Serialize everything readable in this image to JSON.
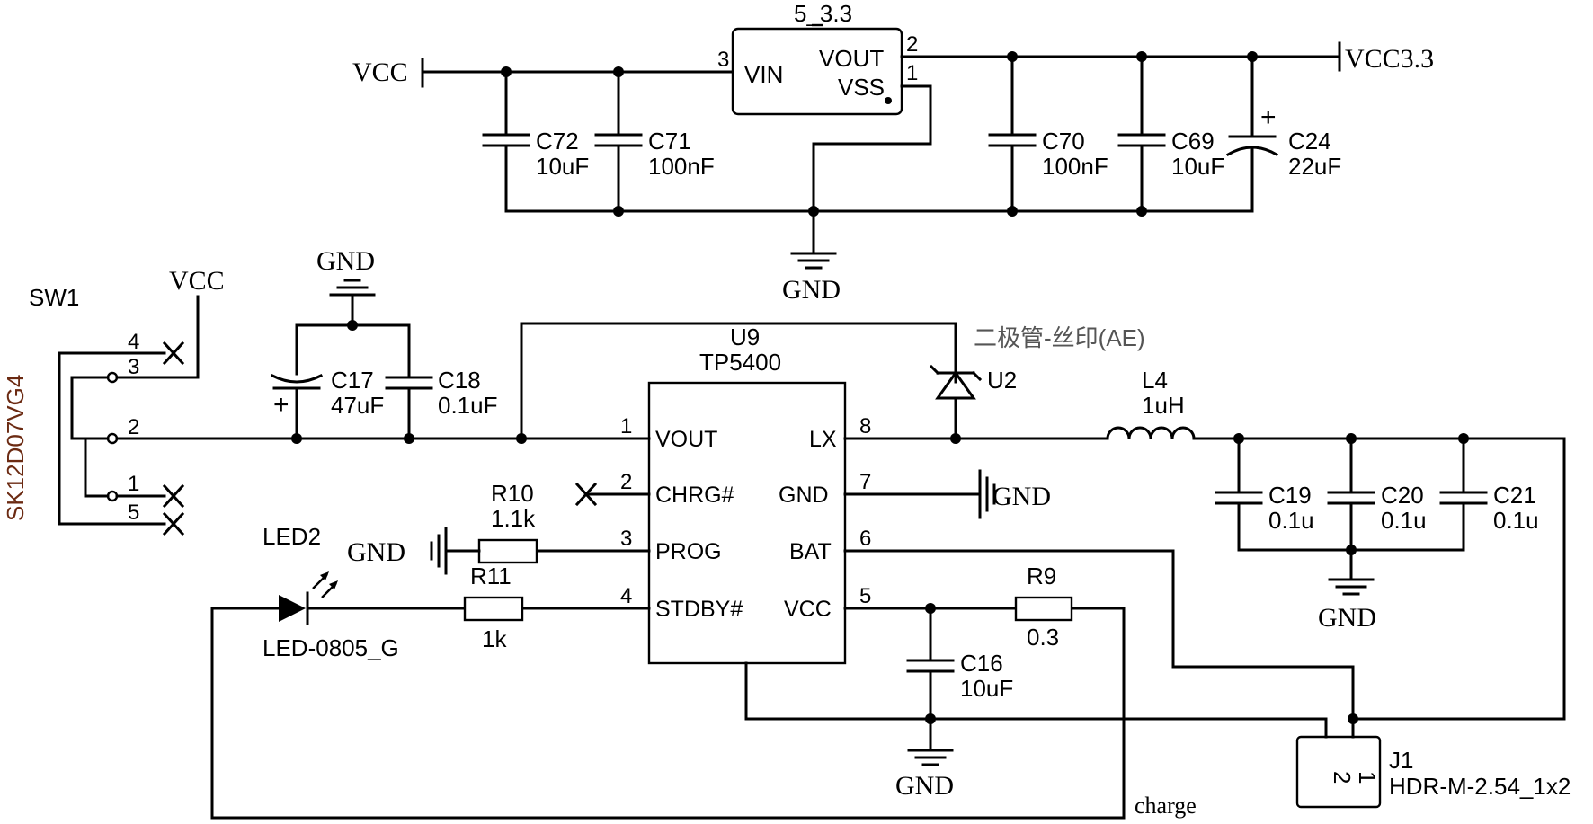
{
  "net_labels": {
    "vcc_top": "VCC",
    "vcc33": "VCC3.3",
    "vcc_sw": "VCC",
    "gnd_reg": "GND",
    "gnd_c17": "GND",
    "gnd_u9": "GND",
    "gnd_prog": "GND",
    "gnd_c19": "GND",
    "gnd_c16": "GND",
    "charge": "charge"
  },
  "regulator": {
    "name": "5_3.3",
    "pin_vin": "VIN",
    "pin_vout": "VOUT",
    "pin_vss": "VSS",
    "num_vin": "3",
    "num_vout": "2",
    "num_vss": "1"
  },
  "capacitors": {
    "c72": {
      "ref": "C72",
      "value": "10uF"
    },
    "c71": {
      "ref": "C71",
      "value": "100nF"
    },
    "c70": {
      "ref": "C70",
      "value": "100nF"
    },
    "c69": {
      "ref": "C69",
      "value": "10uF"
    },
    "c24": {
      "ref": "C24",
      "value": "22uF"
    },
    "c17": {
      "ref": "C17",
      "value": "47uF"
    },
    "c18": {
      "ref": "C18",
      "value": "0.1uF"
    },
    "c19": {
      "ref": "C19",
      "value": "0.1u"
    },
    "c20": {
      "ref": "C20",
      "value": "0.1u"
    },
    "c21": {
      "ref": "C21",
      "value": "0.1u"
    },
    "c16": {
      "ref": "C16",
      "value": "10uF"
    }
  },
  "switch": {
    "ref": "SW1",
    "part": "SK12D07VG4",
    "pins": [
      "4",
      "3",
      "2",
      "1",
      "5"
    ]
  },
  "chip": {
    "ref": "U9",
    "part": "TP5400",
    "left_pins": [
      {
        "num": "1",
        "name": "VOUT"
      },
      {
        "num": "2",
        "name": "CHRG#"
      },
      {
        "num": "3",
        "name": "PROG"
      },
      {
        "num": "4",
        "name": "STDBY#"
      }
    ],
    "right_pins": [
      {
        "num": "8",
        "name": "LX"
      },
      {
        "num": "7",
        "name": "GND"
      },
      {
        "num": "6",
        "name": "BAT"
      },
      {
        "num": "5",
        "name": "VCC"
      }
    ]
  },
  "diode": {
    "ref": "U2",
    "note": "二极管-丝印(AE)"
  },
  "inductor": {
    "ref": "L4",
    "value": "1uH"
  },
  "resistors": {
    "r10": {
      "ref": "R10",
      "value": "1.1k"
    },
    "r11": {
      "ref": "R11",
      "value": "1k"
    },
    "r9": {
      "ref": "R9",
      "value": "0.3"
    }
  },
  "led": {
    "ref": "LED2",
    "part": "LED-0805_G"
  },
  "connector": {
    "ref": "J1",
    "part": "HDR-M-2.54_1x2",
    "pin2": "2",
    "pin1": "1"
  }
}
